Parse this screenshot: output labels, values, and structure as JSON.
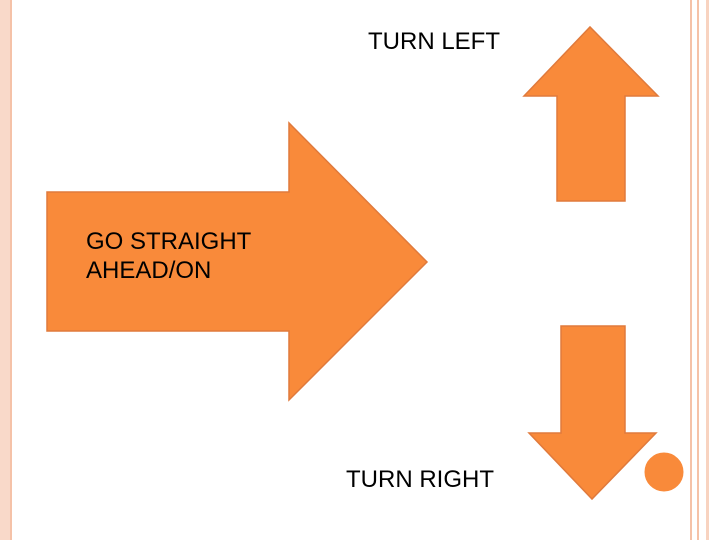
{
  "colors": {
    "arrow_fill": "#f98a3a",
    "arrow_stroke": "#e07a3c",
    "frame": "#f5c2a8",
    "frame_fill": "#f9d9c9",
    "corner_dot": "#f98a3a"
  },
  "labels": {
    "turn_left": "TURN LEFT",
    "go_straight_line1": "GO STRAIGHT",
    "go_straight_line2": "AHEAD/ON",
    "turn_right": "TURN RIGHT"
  },
  "arrows": [
    {
      "direction": "up",
      "meaning": "turn-left"
    },
    {
      "direction": "right",
      "meaning": "go-straight"
    },
    {
      "direction": "down",
      "meaning": "turn-right"
    }
  ]
}
